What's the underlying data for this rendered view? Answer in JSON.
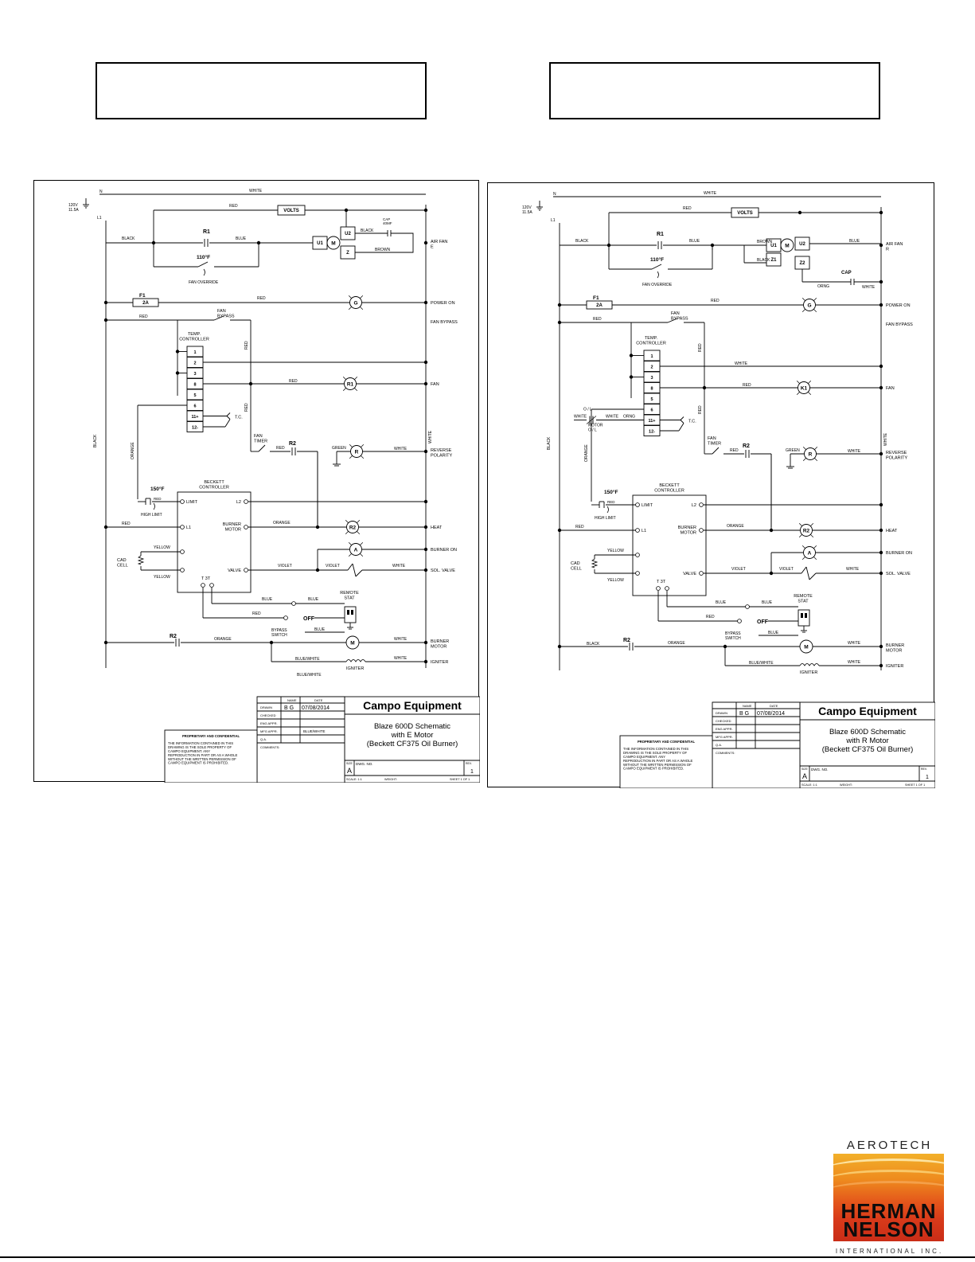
{
  "header_boxes": [
    "",
    ""
  ],
  "left": {
    "supply": "120V\n11.5A",
    "n": "N",
    "l1": "L1",
    "white_top": "WHITE",
    "black": "BLACK",
    "red": "RED",
    "blue": "BLUE",
    "brown": "BROWN",
    "orange": "ORANGE",
    "green": "GREEN",
    "white": "WHITE",
    "yellow": "YELLOW",
    "violet": "VIOLET",
    "bluewhite": "BLUE/WHITE",
    "volts": "VOLTS",
    "r1": "R1",
    "r2": "R2",
    "f1": "F1",
    "fuse": "2A",
    "temp110": "110°F",
    "fan_override": "FAN OVERRIDE",
    "u1": "U1",
    "u2": "U2",
    "m": "M",
    "z": "Z",
    "cap": "CAP\n40MF",
    "air_fan": "AIR FAN\nE",
    "power_on": "POWER ON",
    "fan_bypass": "FAN BYPASS",
    "fan": "FAN",
    "reverse": "REVERSE\nPOLARITY",
    "heat": "HEAT",
    "burner_on": "BURNER ON",
    "sol_valve": "SOL. VALVE",
    "burner_motor": "BURNER\nMOTOR",
    "igniter": "IGNITER",
    "fan_bypass_sw": "FAN\nBYPASS",
    "temp_ctrl": "TEMP.\nCONTROLLER",
    "terminals": [
      "1",
      "2",
      "3",
      "8",
      "5",
      "6",
      "11+",
      "12-"
    ],
    "tc": "T.C.",
    "fan_timer": "FAN\nTIMER",
    "beckett": "BECKETT\nCONTROLLER",
    "hl_temp": "150°F",
    "high_limit": "HIGH LIMIT",
    "limit": "LIMIT",
    "l2": "L2",
    "bl1": "L1",
    "burner_motor_t": "BURNER\nMOTOR",
    "valve": "VALVE",
    "cad_cell": "CAD\nCELL",
    "tt": "T  3T",
    "remote_stat": "REMOTE\nSTAT",
    "off": "OFF",
    "bypass_switch": "BYPASS\nSWITCH",
    "igniter_lbl": "IGNITER",
    "lamp_g": "G",
    "lamp_r1": "R1",
    "lamp_r": "R",
    "lamp_r2": "R2",
    "lamp_a": "A",
    "motor_m": "M",
    "title": {
      "company": "Campo Equipment",
      "name_hdr": "NAME",
      "date_hdr": "DATE",
      "rows": [
        "DRAWN",
        "CHECKED",
        "ENG APPR.",
        "MFG APPR.",
        "Q.A.",
        "COMMENTS:"
      ],
      "drawn_name": "B G",
      "drawn_date": "07/08/2014",
      "mfg_note": "BLUE/WHITE",
      "desc": "Blaze 600D Schematic\nwith E Motor\n(Beckett CF375 Oil Burner)",
      "size_lbl": "SIZE",
      "size": "A",
      "dwg_lbl": "DWG. NO.",
      "rev_lbl": "REV.",
      "rev": "1",
      "scale": "SCALE: 1:1",
      "weight": "WEIGHT:",
      "sheet": "SHEET 1 OF 1",
      "prop_title": "PROPRIETARY AND CONFIDENTIAL",
      "prop_text": "THE INFORMATION CONTAINED IN THIS\nDRAWING IS THE SOLE PROPERTY OF\nCAMPO EQUIPMENT.  ANY\nREPRODUCTION IN PART OR AS A WHOLE\nWITHOUT THE WRITTEN PERMISSION OF\nCAMPO EQUIPMENT IS PROHIBITED."
    }
  },
  "right": {
    "supply": "120V\n11.5A",
    "n": "N",
    "l1": "L1",
    "white_top": "WHITE",
    "black": "BLACK",
    "red": "RED",
    "blue": "BLUE",
    "brown": "BROWN",
    "orange": "ORANGE",
    "orng": "ORNG",
    "green": "GREEN",
    "white": "WHITE",
    "yellow": "YELLOW",
    "violet": "VIOLET",
    "bluewhite": "BLUE/WHITE",
    "volts": "VOLTS",
    "r1": "R1",
    "r2": "R2",
    "f1": "F1",
    "fuse": "2A",
    "temp110": "110°F",
    "fan_override": "FAN OVERRIDE",
    "u1": "U1",
    "u2": "U2",
    "m": "M",
    "z1": "Z1",
    "z2": "Z2",
    "cap": "CAP",
    "air_fan": "AIR FAN\nR",
    "power_on": "POWER ON",
    "fan_bypass": "FAN BYPASS",
    "fan": "FAN",
    "reverse": "REVERSE\nPOLARITY",
    "heat": "HEAT",
    "burner_on": "BURNER ON",
    "sol_valve": "SOL. VALVE",
    "burner_motor": "BURNER\nMOTOR",
    "igniter": "IGNITER",
    "fan_bypass_sw": "FAN\nBYPASS",
    "temp_ctrl": "TEMP.\nCONTROLLER",
    "terminals": [
      "1",
      "2",
      "3",
      "8",
      "5",
      "6",
      "11+",
      "12-"
    ],
    "tc": "T.C.",
    "ol": "O / L",
    "motor_ol": "MOTOR\nO / L",
    "fan_timer": "FAN\nTIMER",
    "beckett": "BECKETT\nCONTROLLER",
    "hl_temp": "150°F",
    "high_limit": "HIGH LIMIT",
    "limit": "LIMIT",
    "l2": "L2",
    "bl1": "L1",
    "burner_motor_t": "BURNER\nMOTOR",
    "valve": "VALVE",
    "cad_cell": "CAD\nCELL",
    "tt": "T  3T",
    "remote_stat": "REMOTE\nSTAT",
    "off": "OFF",
    "bypass_switch": "BYPASS\nSWITCH",
    "igniter_lbl": "IGNITER",
    "lamp_g": "G",
    "lamp_r1": "K1",
    "lamp_r": "R",
    "lamp_r2": "R2",
    "lamp_a": "A",
    "motor_m": "M",
    "title": {
      "company": "Campo Equipment",
      "name_hdr": "NAME",
      "date_hdr": "DATE",
      "rows": [
        "DRAWN",
        "CHECKED",
        "ENG APPR.",
        "MFG APPR.",
        "Q.A.",
        "COMMENTS:"
      ],
      "drawn_name": "B G",
      "drawn_date": "07/08/2014",
      "mfg_note": "",
      "desc": "Blaze 600D Schematic\nwith R Motor\n(Beckett CF375 Oil Burner)",
      "size_lbl": "SIZE",
      "size": "A",
      "dwg_lbl": "DWG. NO.",
      "rev_lbl": "REV.",
      "rev": "1",
      "scale": "SCALE: 1:1",
      "weight": "WEIGHT:",
      "sheet": "SHEET 1 OF 1",
      "prop_title": "PROPRIETARY AND CONFIDENTIAL",
      "prop_text": "THE INFORMATION CONTAINED IN THIS\nDRAWING IS THE SOLE PROPERTY OF\nCAMPO EQUIPMENT.  ANY\nREPRODUCTION IN PART OR AS A WHOLE\nWITHOUT THE WRITTEN PERMISSION OF\nCAMPO EQUIPMENT IS PROHIBITED."
    }
  },
  "logo": {
    "top": "AEROTECH",
    "line1": "HERMAN",
    "line2": "NELSON",
    "sub": "INTERNATIONAL INC."
  }
}
